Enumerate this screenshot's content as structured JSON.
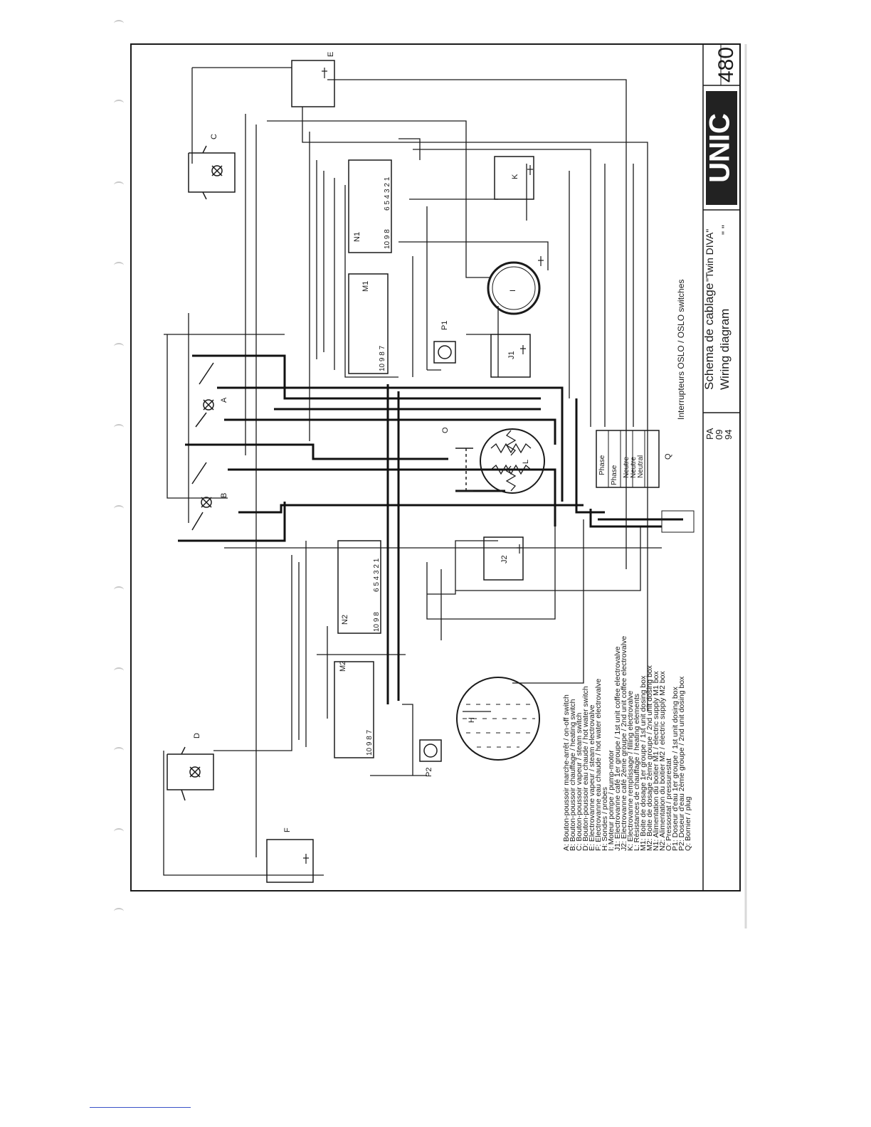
{
  "title_block": {
    "brand": "UNIC",
    "model_number": "480",
    "title_fr": "Schema de cablage",
    "title_en": "Wiring diagram",
    "machine": "\"Twin DIVA\"",
    "ditto": "\" \"",
    "subtitle": "Interrupteurs OSLO / OSLO switches",
    "date_day": "PA",
    "date_month": "09",
    "date_year": "94"
  },
  "components": {
    "A": "A",
    "B": "B",
    "C": "C",
    "D": "D",
    "E": "E",
    "F": "F",
    "H": "H",
    "I": "I",
    "J1": "J1",
    "J2": "J2",
    "K": "K",
    "L": "L",
    "M1": "M1",
    "M2": "M2",
    "N1": "N1",
    "N2": "N2",
    "O": "O",
    "P1": "P1",
    "P2": "P2",
    "Q": "Q"
  },
  "terminal_block": {
    "phase": "Phase",
    "phase2": "Phase",
    "neutre1": "Neutre",
    "neutre2": "Neutre",
    "neutral": "Neutral"
  },
  "pin_labels": {
    "n1_top": "6 5 4 3 2 1",
    "n1_bottom": "10 9 8",
    "n2_top": "6 5 4 3 2 1",
    "n2_bottom": "10 9 8",
    "m1_pins": "10 9 8 7",
    "m2_pins": "10 9 8 7"
  },
  "legend": [
    "A: Bouton-poussoir marche-arrêt / on-off switch",
    "B: Bouton-poussoir chauffage / heating switch",
    "C: Bouton-poussoir vapeur / steam switch",
    "D: Bouton-poussoir eau chaude / hot water switch",
    "E: Electrovanne vapeur / steam electrovalve",
    "F: Electrovanne eau chaude / hot water electrovalve",
    "H: Sondes / probes",
    "I: Moteur pompe / pump-motor",
    "J1: Electrovanne café 1er groupe / 1st unit coffee electrovalve",
    "J2: Electrovanne café 2ème groupe / 2nd unit coffee electrovalve",
    "K: Electrovanne remplissage / filling electrovalve",
    "L: Résistances de chauffage / heating elements",
    "M1: Boite de dosage 1er groupe / 1st unit dosing box",
    "M2: Boite de dosage 2ème groupe / 2nd unit dosing box",
    "N1: Alimentation du boitier M1 / electric supply M1 box",
    "N2: Alimentation du boitier M2 / electric supply M2 box",
    "O: Pressostat / pressurestat",
    "P1: Doseur d'eau 1er groupe / 1st unit dosing box",
    "P2: Doseur d'eau 2ème groupe / 2nd unit dosing box",
    "Q: Bornier / plug"
  ]
}
